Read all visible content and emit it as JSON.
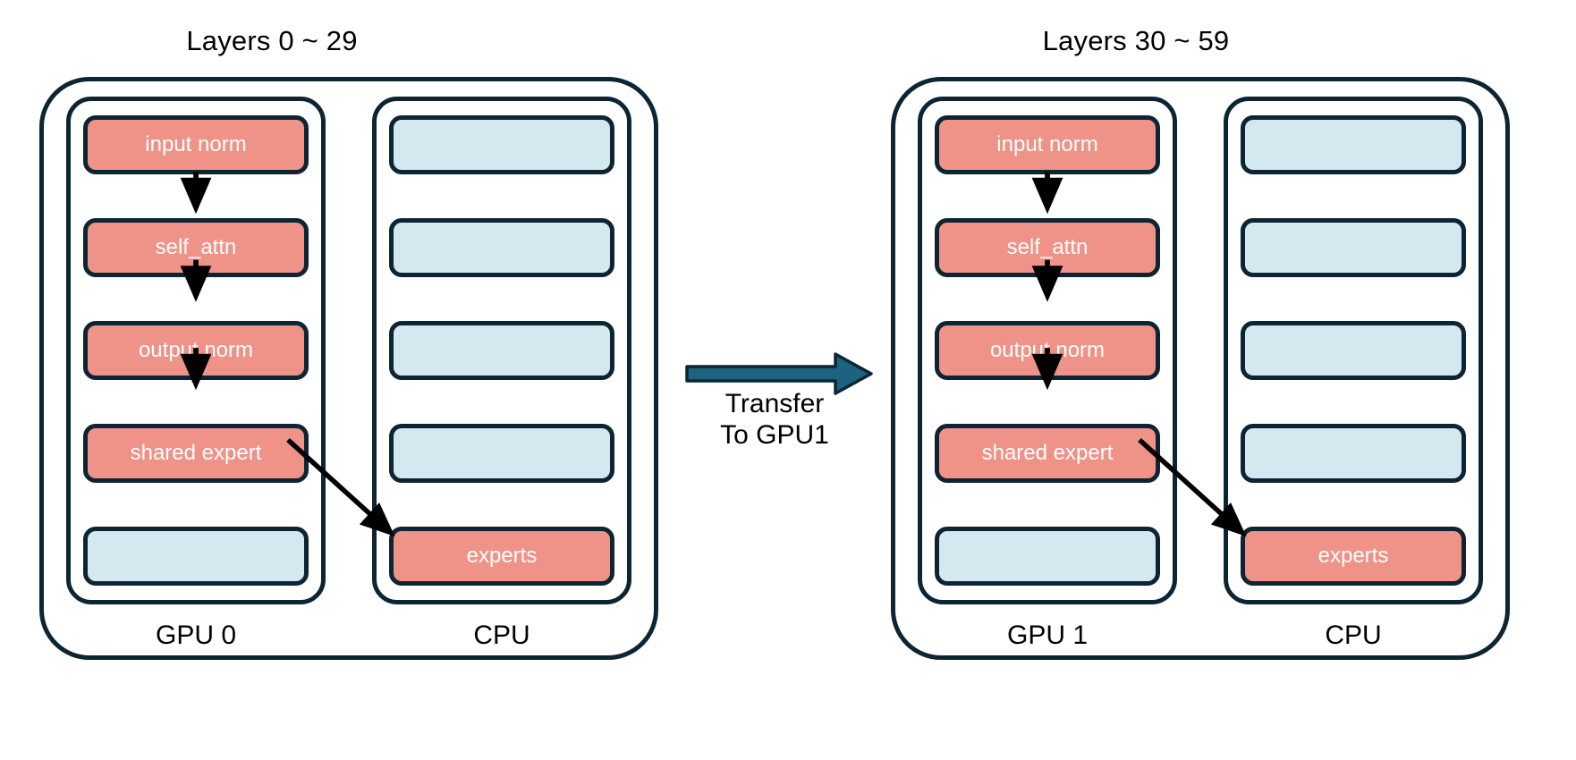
{
  "diagram": {
    "type": "architecture-diagram",
    "background_color": "#ffffff",
    "colors": {
      "accent_box": "#ef9287",
      "muted_box": "#d4e8ef",
      "stroke": "#0d2433",
      "transfer_arrow": "#1d627f",
      "text_on_accent": "#ffffff",
      "text": "#000000"
    },
    "panels": [
      {
        "id": "panel-left",
        "title": "Layers 0 ~ 29",
        "gpu_label": "GPU 0",
        "cpu_label": "CPU",
        "gpu_nodes": [
          {
            "label": "input norm",
            "style": "accent"
          },
          {
            "label": "self_attn",
            "style": "accent"
          },
          {
            "label": "output norm",
            "style": "accent"
          },
          {
            "label": "shared expert",
            "style": "accent"
          },
          {
            "label": "",
            "style": "muted"
          }
        ],
        "cpu_nodes": [
          {
            "label": "",
            "style": "muted"
          },
          {
            "label": "",
            "style": "muted"
          },
          {
            "label": "",
            "style": "muted"
          },
          {
            "label": "",
            "style": "muted"
          },
          {
            "label": "experts",
            "style": "accent"
          }
        ]
      },
      {
        "id": "panel-right",
        "title": "Layers 30 ~ 59",
        "gpu_label": "GPU 1",
        "cpu_label": "CPU",
        "gpu_nodes": [
          {
            "label": "input norm",
            "style": "accent"
          },
          {
            "label": "self_attn",
            "style": "accent"
          },
          {
            "label": "output norm",
            "style": "accent"
          },
          {
            "label": "shared expert",
            "style": "accent"
          },
          {
            "label": "",
            "style": "muted"
          }
        ],
        "cpu_nodes": [
          {
            "label": "",
            "style": "muted"
          },
          {
            "label": "",
            "style": "muted"
          },
          {
            "label": "",
            "style": "muted"
          },
          {
            "label": "",
            "style": "muted"
          },
          {
            "label": "experts",
            "style": "accent"
          }
        ]
      }
    ],
    "transfer": {
      "line1": "Transfer",
      "line2": "To GPU1"
    }
  }
}
